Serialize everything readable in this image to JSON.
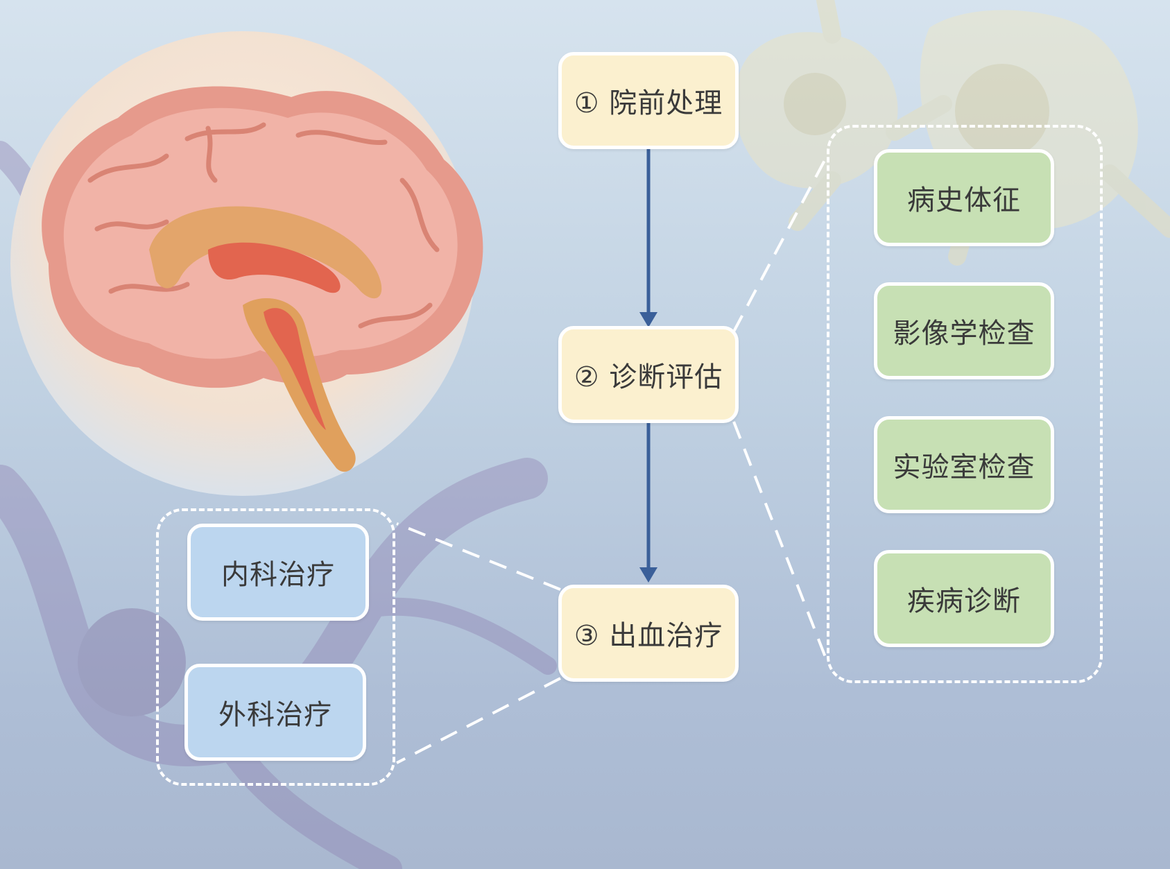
{
  "colors": {
    "step_fill": "#fbf0cf",
    "detail_fill": "#c7e0b4",
    "treatment_fill": "#bcd6ef",
    "arrow": "#3a5f99",
    "dash": "#ffffff"
  },
  "flow": {
    "steps": [
      {
        "label": "① 院前处理"
      },
      {
        "label": "② 诊断评估"
      },
      {
        "label": "③ 出血治疗"
      }
    ]
  },
  "diagnosis_details": [
    {
      "label": "病史体征"
    },
    {
      "label": "影像学检查"
    },
    {
      "label": "实验室检查"
    },
    {
      "label": "疾病诊断"
    }
  ],
  "treatments": [
    {
      "label": "内科治疗"
    },
    {
      "label": "外科治疗"
    }
  ],
  "illustration": {
    "icon": "brain-sagittal-icon"
  }
}
